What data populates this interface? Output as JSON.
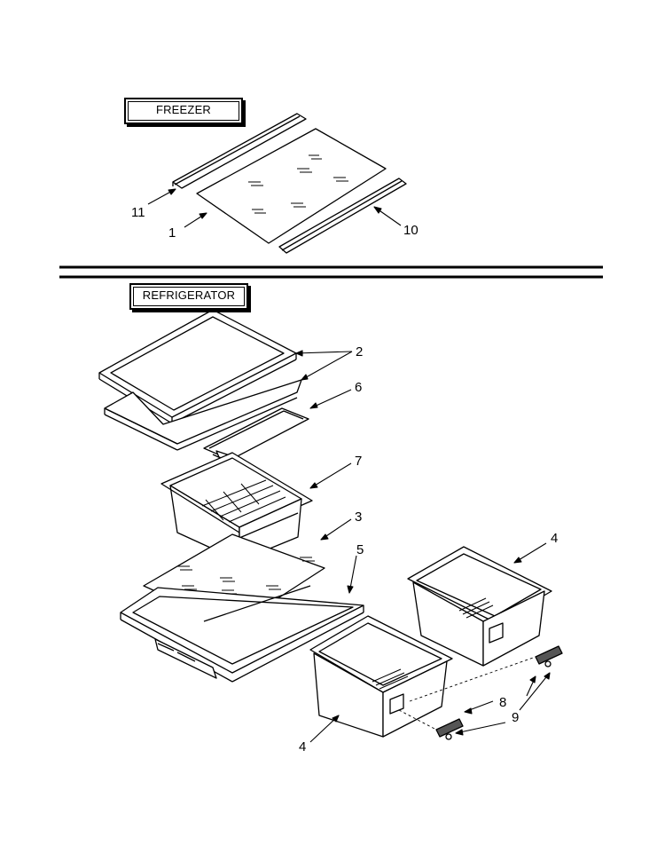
{
  "sections": {
    "freezer": {
      "label": "FREEZER"
    },
    "refrigerator": {
      "label": "REFRIGERATOR"
    }
  },
  "callouts": {
    "c11": "11",
    "c1": "1",
    "c10": "10",
    "c2": "2",
    "c6": "6",
    "c7": "7",
    "c3": "3",
    "c5": "5",
    "c4_right": "4",
    "c4_left": "4",
    "c8": "8",
    "c9": "9"
  }
}
